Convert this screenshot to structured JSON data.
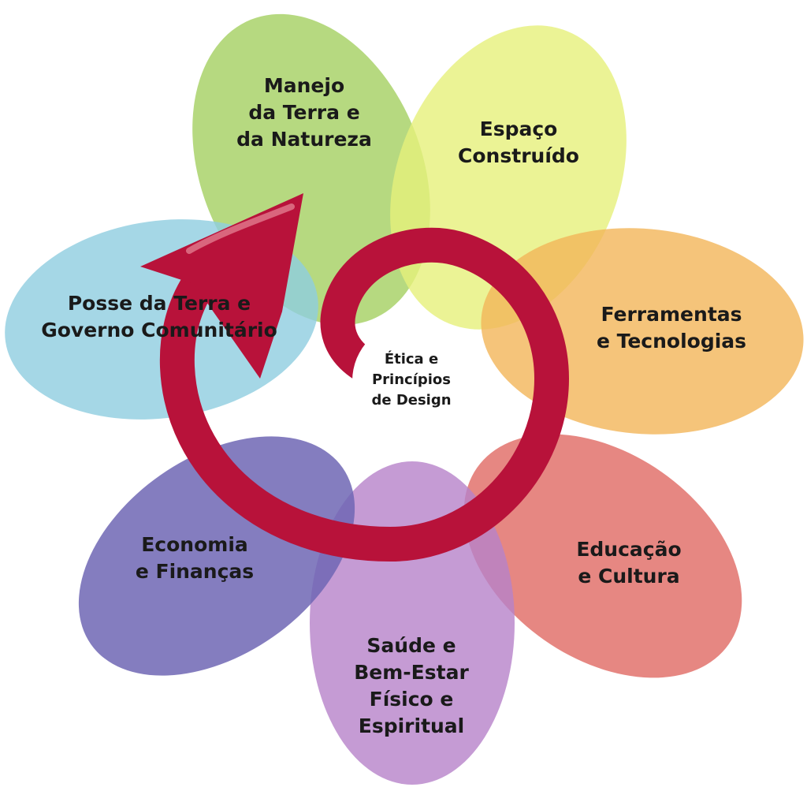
{
  "center": {
    "lines": [
      "Ética e",
      "Princípios",
      "de Design"
    ],
    "fill": "#ffffff"
  },
  "spiral_color": "#b8123a",
  "petals": [
    {
      "lines": [
        "Manejo",
        "da Terra e",
        "da Natureza"
      ],
      "color": "#a9d26a"
    },
    {
      "lines": [
        "Espaço",
        "Construído"
      ],
      "color": "#e6f07a"
    },
    {
      "lines": [
        "Ferramentas",
        "e Tecnologias"
      ],
      "color": "#f2b559"
    },
    {
      "lines": [
        "Educação",
        "e Cultura"
      ],
      "color": "#e06d66"
    },
    {
      "lines": [
        "Saúde e",
        "Bem-Estar",
        "Físico e",
        "Espiritual"
      ],
      "color": "#b782c9"
    },
    {
      "lines": [
        "Economia",
        "e Finanças"
      ],
      "color": "#6f66b4"
    },
    {
      "lines": [
        "Posse da Terra e",
        "Governo Comunitário"
      ],
      "color": "#8fcde0"
    }
  ]
}
